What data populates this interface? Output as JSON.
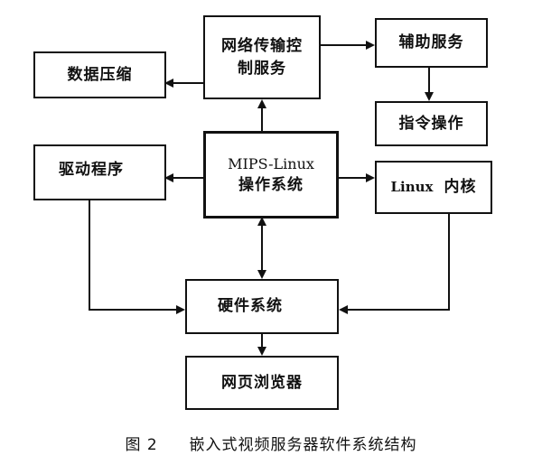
{
  "diagram": {
    "boxes": {
      "network": "网络传输控\n制服务",
      "aux": "辅助服务",
      "compress": "数据压缩",
      "instr": "指令操作",
      "driver": "驱动程序",
      "os_line1": "MIPS-Linux",
      "os_line2": "操作系统",
      "kernel_latin": "Linux",
      "kernel_cn": "内核",
      "hardware": "硬件系统",
      "browser": "网页浏览器"
    },
    "caption_num": "图 2",
    "caption_text": "嵌入式视频服务器软件系统结构"
  }
}
